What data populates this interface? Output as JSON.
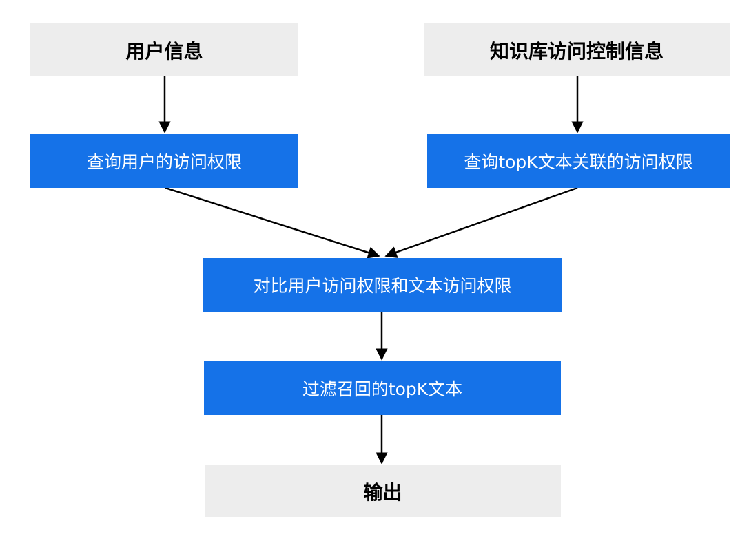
{
  "colors": {
    "input_box": "#ededed",
    "process_box": "#1572e8",
    "process_text": "#ffffff",
    "arrow": "#000000"
  },
  "nodes": {
    "user_info": "用户信息",
    "kb_access_info": "知识库访问控制信息",
    "query_user_permissions": "查询用户的访问权限",
    "query_topk_permissions": "查询topK文本关联的访问权限",
    "compare_permissions": "对比用户访问权限和文本访问权限",
    "filter_topk": "过滤召回的topK文本",
    "output": "输出"
  }
}
